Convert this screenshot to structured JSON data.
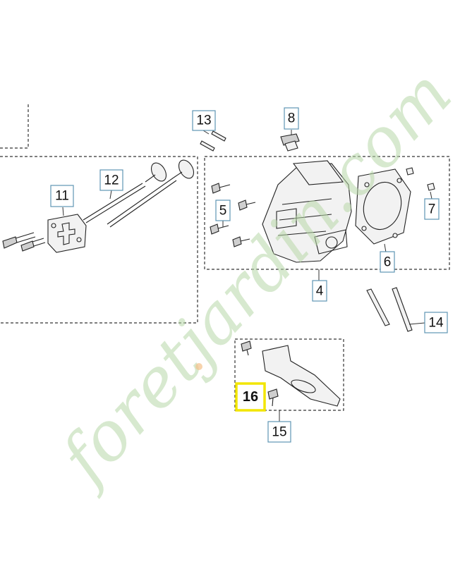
{
  "watermark": {
    "text": "foretjardin.com"
  },
  "callouts": [
    {
      "id": "4",
      "label": "4"
    },
    {
      "id": "5",
      "label": "5"
    },
    {
      "id": "6",
      "label": "6"
    },
    {
      "id": "7",
      "label": "7"
    },
    {
      "id": "8",
      "label": "8"
    },
    {
      "id": "11",
      "label": "11"
    },
    {
      "id": "12",
      "label": "12"
    },
    {
      "id": "13",
      "label": "13"
    },
    {
      "id": "14",
      "label": "14"
    },
    {
      "id": "15",
      "label": "15"
    },
    {
      "id": "16",
      "label": "16",
      "highlighted": true
    }
  ],
  "colors": {
    "callout_border": "#5f95b3",
    "highlight": "#f2e600",
    "watermark": "#b8d8a8"
  }
}
